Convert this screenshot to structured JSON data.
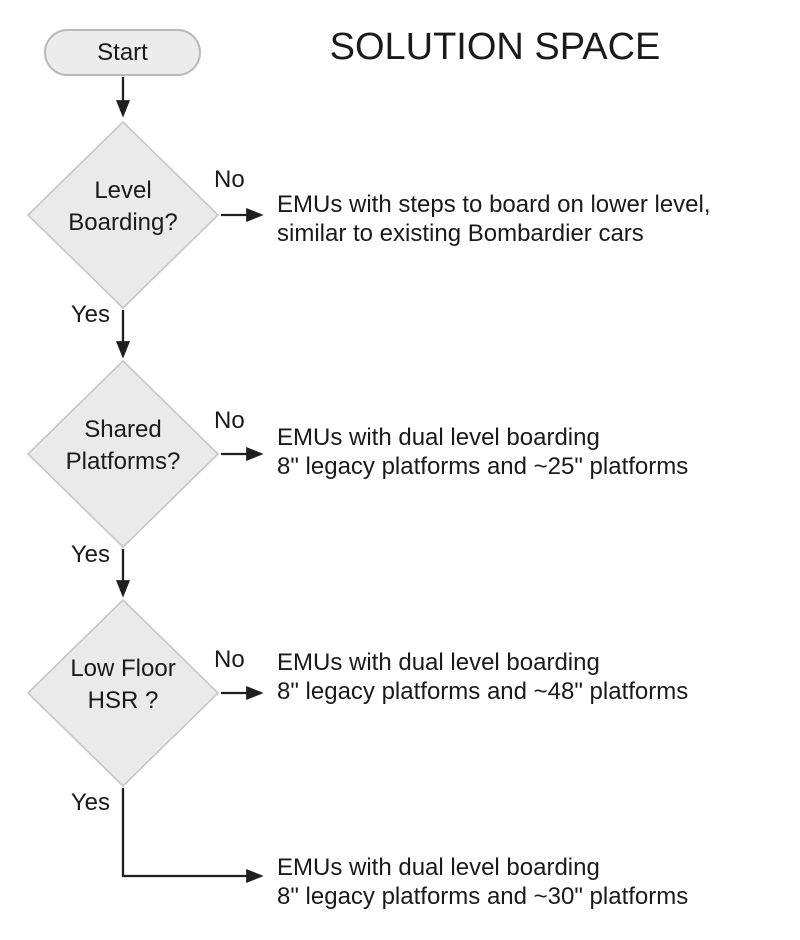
{
  "title": "SOLUTION SPACE",
  "colors": {
    "background": "#ffffff",
    "node-fill": "#eaeaea",
    "node-stroke": "#c6c6c6",
    "line": "#1f1f1f",
    "text": "#1a1a1a"
  },
  "flowchart": {
    "start": {
      "label": "Start"
    },
    "branch_labels": {
      "yes": "Yes",
      "no": "No"
    },
    "decisions": [
      {
        "question_line1": "Level",
        "question_line2": "Boarding?",
        "no_outcome_line1": "EMUs with steps to board on lower level,",
        "no_outcome_line2": "similar to existing Bombardier cars"
      },
      {
        "question_line1": "Shared",
        "question_line2": "Platforms?",
        "no_outcome_line1": "EMUs with dual level boarding",
        "no_outcome_line2": "8\" legacy platforms and ~25\" platforms"
      },
      {
        "question_line1": "Low Floor",
        "question_line2": "HSR ?",
        "no_outcome_line1": "EMUs with dual level boarding",
        "no_outcome_line2": "8\" legacy platforms and ~48\" platforms"
      }
    ],
    "final_outcome_line1": "EMUs with dual level boarding",
    "final_outcome_line2": "8\" legacy platforms and ~30\" platforms"
  }
}
